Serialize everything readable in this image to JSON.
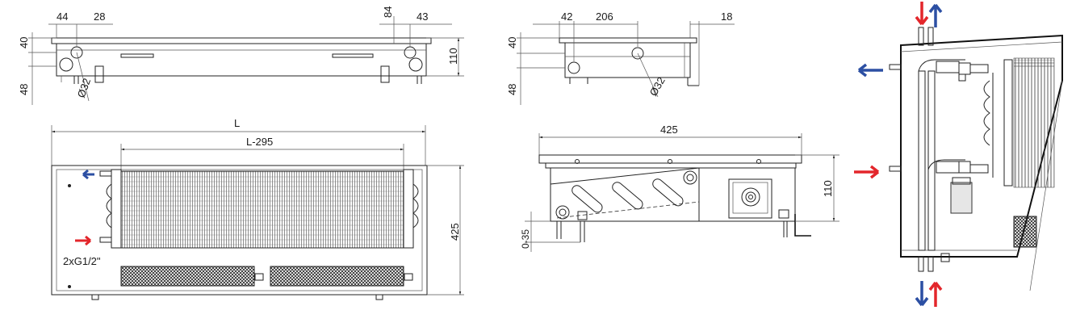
{
  "colors": {
    "supply_arrow": "#e3262b",
    "return_arrow": "#2c4fa3",
    "line": "#222222"
  },
  "top_view": {
    "dim_44": "44",
    "dim_28": "28",
    "dim_84": "84",
    "dim_43": "43",
    "dim_40": "40",
    "dim_48": "48",
    "dim_110": "110",
    "pipe_diameter": "Ø32"
  },
  "plan_view": {
    "dim_L": "L",
    "dim_L295": "L-295",
    "dim_425": "425",
    "connection": "2xG1/2\""
  },
  "side_view": {
    "dim_42": "42",
    "dim_206": "206",
    "dim_18": "18",
    "dim_40": "40",
    "dim_48": "48",
    "pipe_diameter": "Ø32"
  },
  "section_view": {
    "dim_425": "425",
    "dim_110": "110",
    "dim_0_35": "0-35"
  },
  "icons": [
    "supply-arrow-icon",
    "return-arrow-icon"
  ]
}
